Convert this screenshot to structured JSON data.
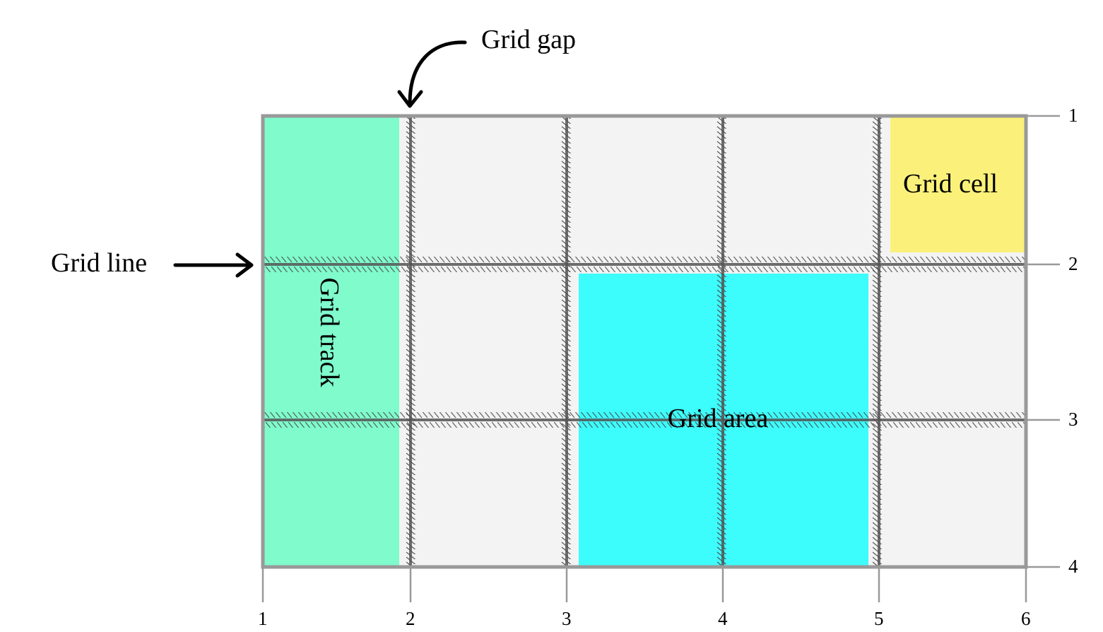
{
  "annotations": {
    "grid_gap": "Grid gap",
    "grid_line": "Grid line",
    "grid_cell": "Grid cell",
    "grid_area": "Grid area",
    "grid_track": "Grid track"
  },
  "column_line_numbers": [
    "1",
    "2",
    "3",
    "4",
    "5",
    "6"
  ],
  "row_line_numbers": [
    "1",
    "2",
    "3",
    "4"
  ],
  "colors": {
    "cell_background": "#f3f3f3",
    "grid_line": "#555555",
    "border": "#999999",
    "track": "#7ffbcc",
    "area": "#3dfcfc",
    "cell": "#fbf17a",
    "hatch": "#444444",
    "arrow": "#000000",
    "tick": "#999999"
  }
}
